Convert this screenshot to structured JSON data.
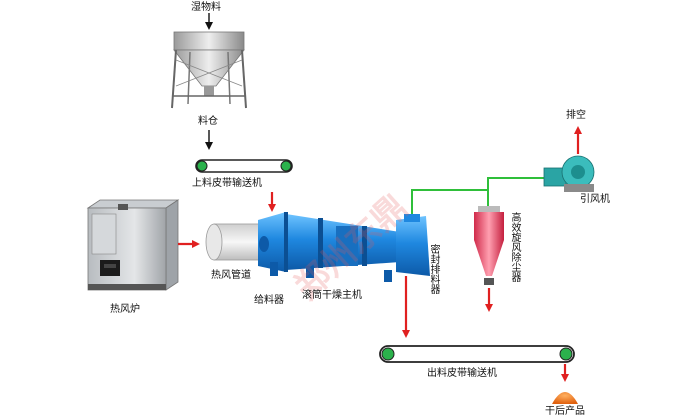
{
  "labels": {
    "wet_material": "湿物料",
    "silo": "料仓",
    "feed_conveyor": "上料皮带输送机",
    "hot_air_stove": "热风炉",
    "hot_air_duct": "热风管道",
    "feeder": "给料器",
    "rotary_dryer": "滚筒干燥主机",
    "sealed_discharger": "密封排料器",
    "cyclone": "高效旋风除尘器",
    "induced_fan": "引风机",
    "exhaust": "排空",
    "discharge_conveyor": "出料皮带输送机",
    "dry_product": "干后产品"
  },
  "watermark": "郑州东鼎",
  "colors": {
    "flow_arrow": "#e02020",
    "duct_line": "#2fbf3a",
    "dryer_blue": "#1f88e0",
    "watermark": "#e85a5a",
    "conveyor_green": "#2bb24c",
    "product": "#f07a20"
  }
}
